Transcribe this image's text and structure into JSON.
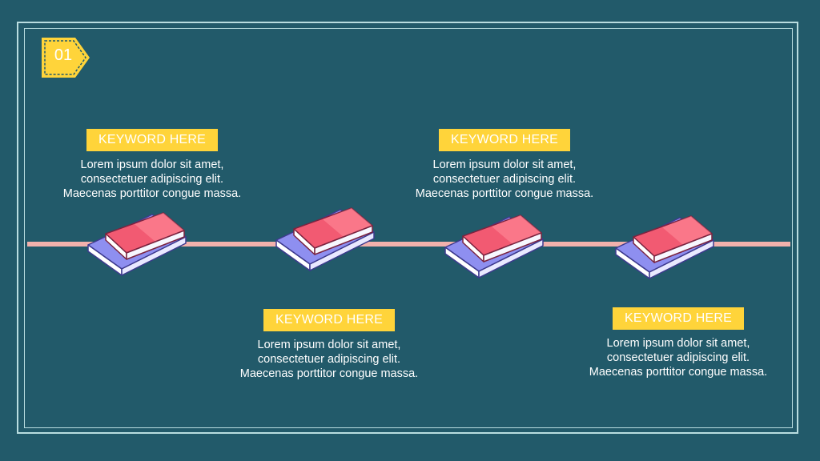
{
  "badge": {
    "number": "01"
  },
  "colors": {
    "background": "#225a6a",
    "frame": "#b9dde0",
    "accent_yellow": "#ffd43a",
    "timeline": "#f2b1ac",
    "book_red": "#f25a72",
    "book_blue": "#8e8ff0"
  },
  "items": [
    {
      "keyword": "KEYWORD HERE",
      "lines": [
        "Lorem ipsum dolor sit amet,",
        "consectetuer adipiscing elit.",
        "Maecenas porttitor congue massa."
      ]
    },
    {
      "keyword": "KEYWORD HERE",
      "lines": [
        "Lorem ipsum dolor sit amet,",
        "consectetuer adipiscing elit.",
        "Maecenas porttitor congue massa."
      ]
    },
    {
      "keyword": "KEYWORD HERE",
      "lines": [
        "Lorem ipsum dolor sit amet,",
        "consectetuer adipiscing elit.",
        "Maecenas porttitor congue massa."
      ]
    },
    {
      "keyword": "KEYWORD HERE",
      "lines": [
        "Lorem ipsum dolor sit amet,",
        "consectetuer adipiscing elit.",
        "Maecenas porttitor congue massa."
      ]
    }
  ],
  "icons": {
    "badge": "pentagon-tag-icon",
    "book": "book-stack-icon"
  }
}
